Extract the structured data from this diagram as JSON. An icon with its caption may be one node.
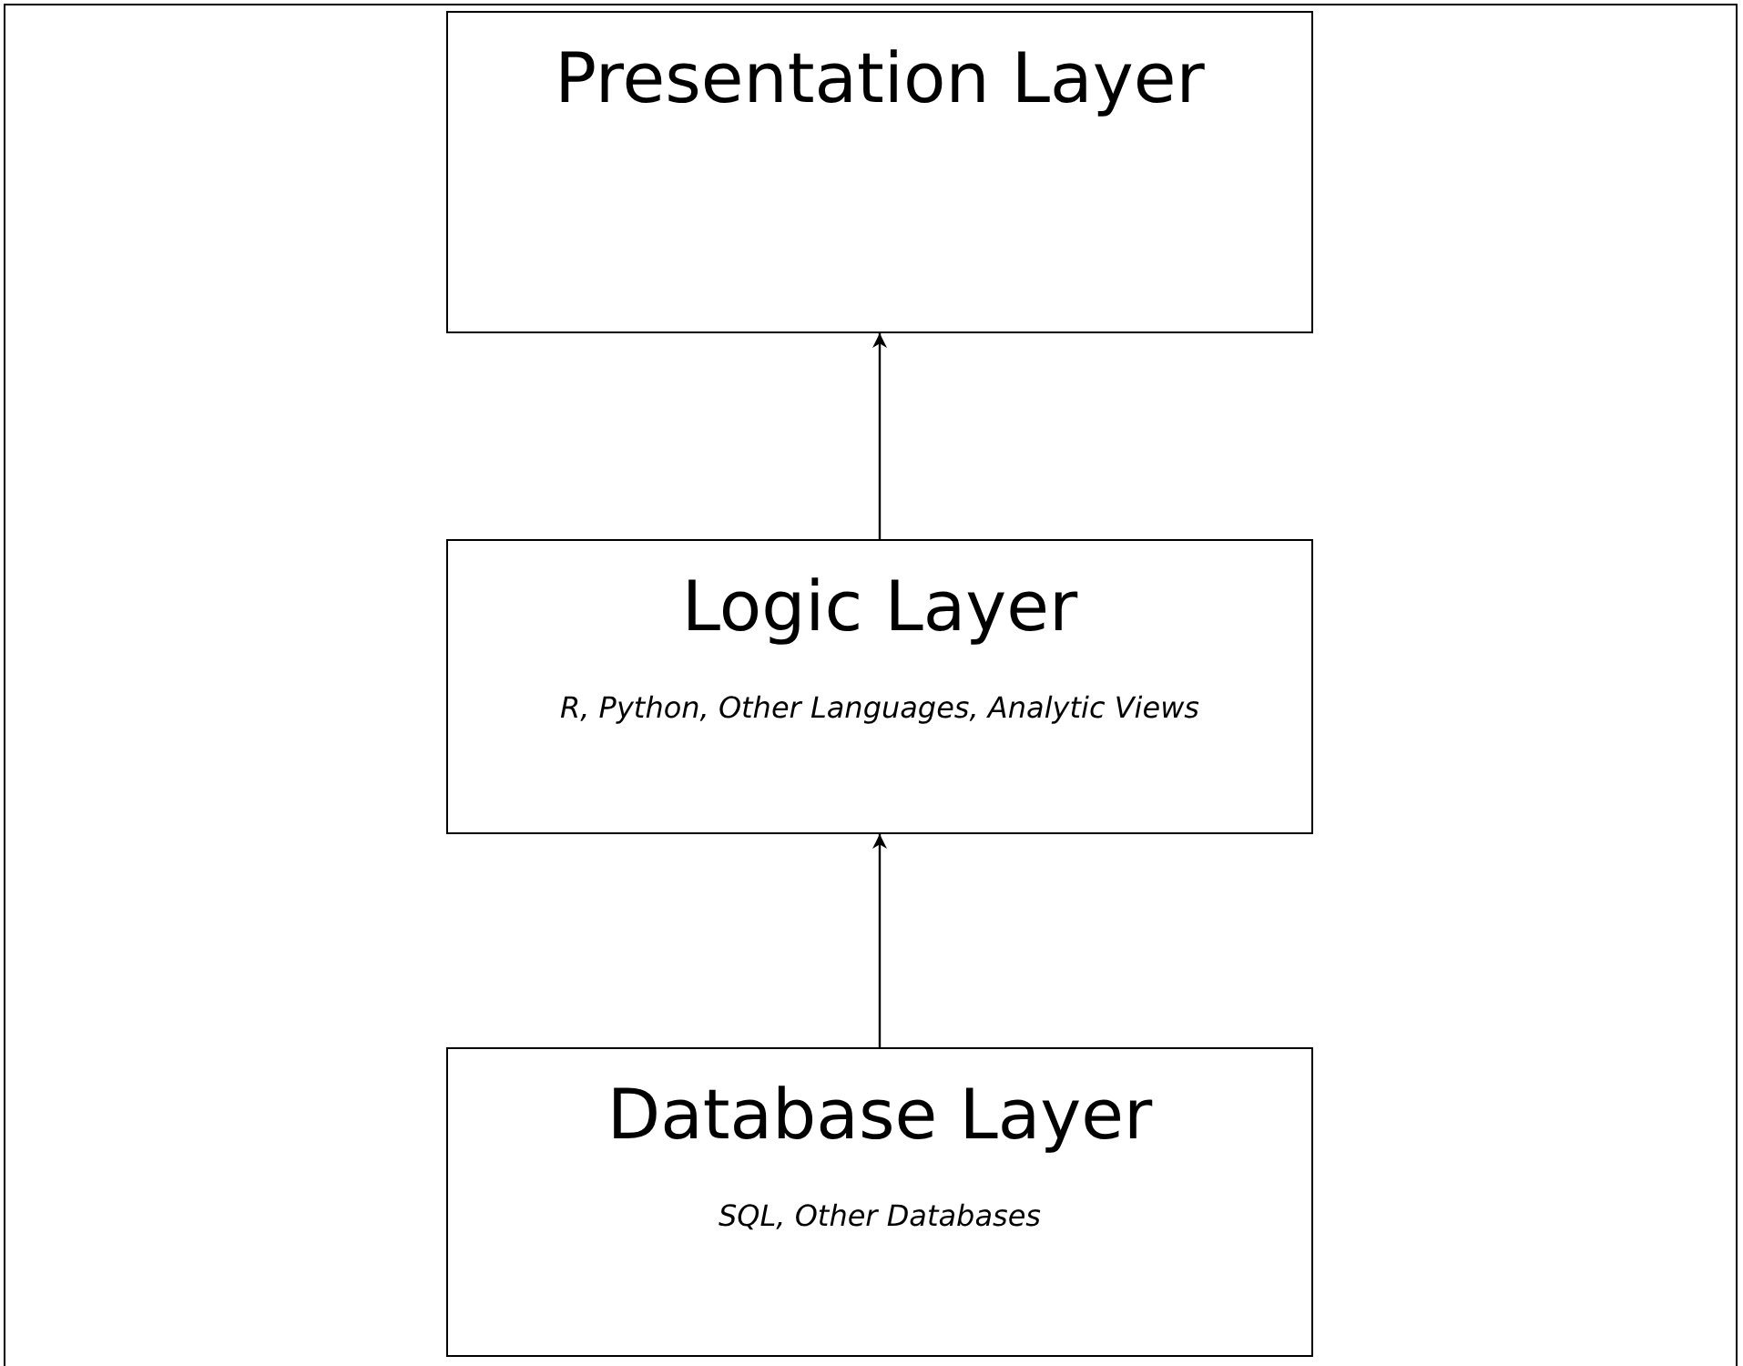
{
  "diagram": {
    "nodes": [
      {
        "text": [
          "Presentation Layer"
        ]
      },
      {
        "text": [
          "Logic Layer",
          "R, Python, Other Languages, Analytic Views"
        ]
      },
      {
        "text": [
          "Database Layer",
          "SQL, Other Databases"
        ]
      }
    ],
    "edges": [
      {
        "from": 1,
        "to": 0,
        "arrow": "to"
      },
      {
        "from": 2,
        "to": 1,
        "arrow": "to"
      }
    ]
  }
}
